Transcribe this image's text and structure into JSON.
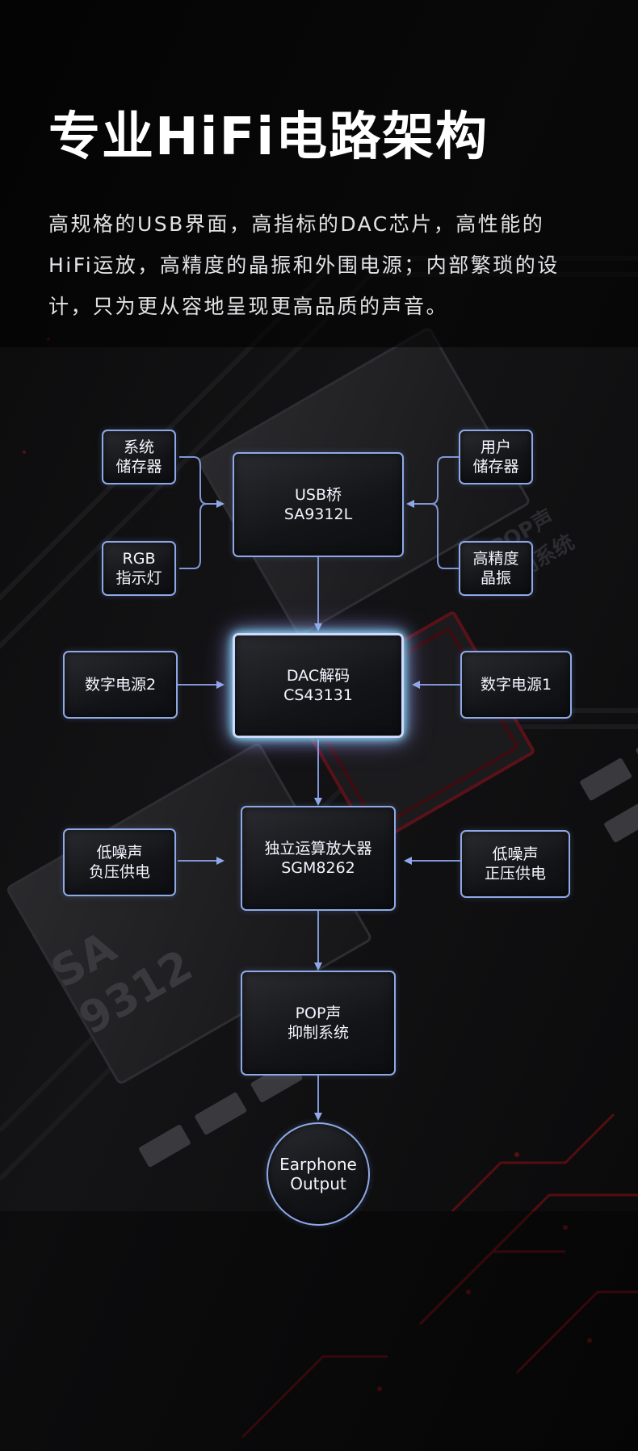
{
  "header": {
    "title": "专业HiFi电路架构",
    "description_lines": [
      "高规格的USB界面，高指标的DAC芯片，高性能的",
      "HiFi运放，高精度的晶振和外围电源；内部繁琐的设",
      "计，只为更从容地呈现更高品质的声音。"
    ]
  },
  "diagram": {
    "system_storage": [
      "系统",
      "储存器"
    ],
    "rgb_light": [
      "RGB",
      "指示灯"
    ],
    "usb_bridge": [
      "USB桥",
      "SA9312L"
    ],
    "user_storage": [
      "用户",
      "储存器"
    ],
    "crystal": [
      "高精度",
      "晶振"
    ],
    "digital_power_2": [
      "数字电源2"
    ],
    "dac": [
      "DAC解码",
      "CS43131"
    ],
    "digital_power_1": [
      "数字电源1"
    ],
    "negative_supply": [
      "低噪声",
      "负压供电"
    ],
    "op_amp": [
      "独立运算放大器",
      "SGM8262"
    ],
    "positive_supply": [
      "低噪声",
      "正压供电"
    ],
    "pop_suppression": [
      "POP声",
      "抑制系统"
    ],
    "output": [
      "Earphone",
      "Output"
    ]
  },
  "background": {
    "chip_label_1": "SA",
    "chip_label_2": "9312",
    "chip_label_3": "POP声",
    "chip_label_4": "抑制系统"
  },
  "colors": {
    "background": "#0b0b0c",
    "node_border": "#8fa9e6",
    "connector": "#7f97d6",
    "dac_glow": "#8fe7ff",
    "circuit_red": "#7a0f16"
  }
}
